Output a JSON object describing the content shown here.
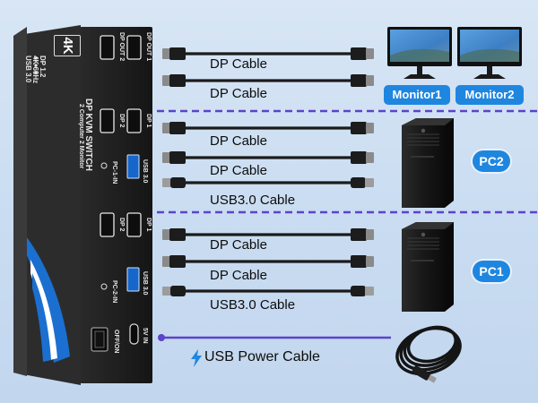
{
  "device": {
    "badge": "4K",
    "specs": [
      "DP 1.2",
      "4K 60Hz",
      "USB 3.0"
    ],
    "title": "DP KVM SWITCH",
    "subtitle": "2 Computer 2 Monitor",
    "port_labels": [
      "DP OUT 2",
      "DP OUT 1",
      "DP 2",
      "DP 1",
      "PC-1-IN",
      "USB 3.0",
      "DP 2",
      "DP 1",
      "PC-2-IN",
      "USB 3.0",
      "OFF/ON",
      "5V IN"
    ]
  },
  "monitors": [
    "Monitor1",
    "Monitor2"
  ],
  "pcs": [
    "PC2",
    "PC1"
  ],
  "cables": {
    "monitor_group": [
      "DP Cable",
      "DP Cable"
    ],
    "pc2_group": [
      "DP Cable",
      "DP Cable",
      "USB3.0 Cable"
    ],
    "pc1_group": [
      "DP Cable",
      "DP Cable",
      "USB3.0 Cable"
    ],
    "power": "USB Power Cable"
  },
  "colors": {
    "accent_blue": "#1f86e0",
    "divider_purple": "#5b44c9",
    "device_body": "#1d1d1d"
  }
}
